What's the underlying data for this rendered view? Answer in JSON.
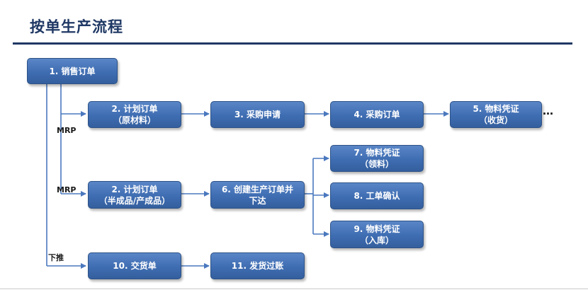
{
  "title": "按单生产流程",
  "nodes": {
    "n1": {
      "line1": "1. 销售订单",
      "line2": ""
    },
    "n2a": {
      "line1": "2. 计划订单",
      "line2": "（原材料）"
    },
    "n3": {
      "line1": "3. 采购申请",
      "line2": ""
    },
    "n4": {
      "line1": "4. 采购订单",
      "line2": ""
    },
    "n5": {
      "line1": "5. 物料凭证",
      "line2": "（收货）"
    },
    "n2b": {
      "line1": "2. 计划订单",
      "line2": "（半成品/产成品）"
    },
    "n6": {
      "line1": "6. 创建生产订单并",
      "line2": "下达"
    },
    "n7": {
      "line1": "7. 物料凭证",
      "line2": "（领料）"
    },
    "n8": {
      "line1": "8. 工单确认",
      "line2": ""
    },
    "n9": {
      "line1": "9. 物料凭证",
      "line2": "（入库）"
    },
    "n10": {
      "line1": "10. 交货单",
      "line2": ""
    },
    "n11": {
      "line1": "11. 发货过账",
      "line2": ""
    }
  },
  "labels": {
    "mrp1": "MRP",
    "mrp2": "MRP",
    "push": "下推",
    "ellipsis": "…"
  },
  "colors": {
    "node_fill": "#4472c4",
    "node_border": "#2d5286",
    "title": "#1f3864",
    "connector": "#4a78be"
  }
}
